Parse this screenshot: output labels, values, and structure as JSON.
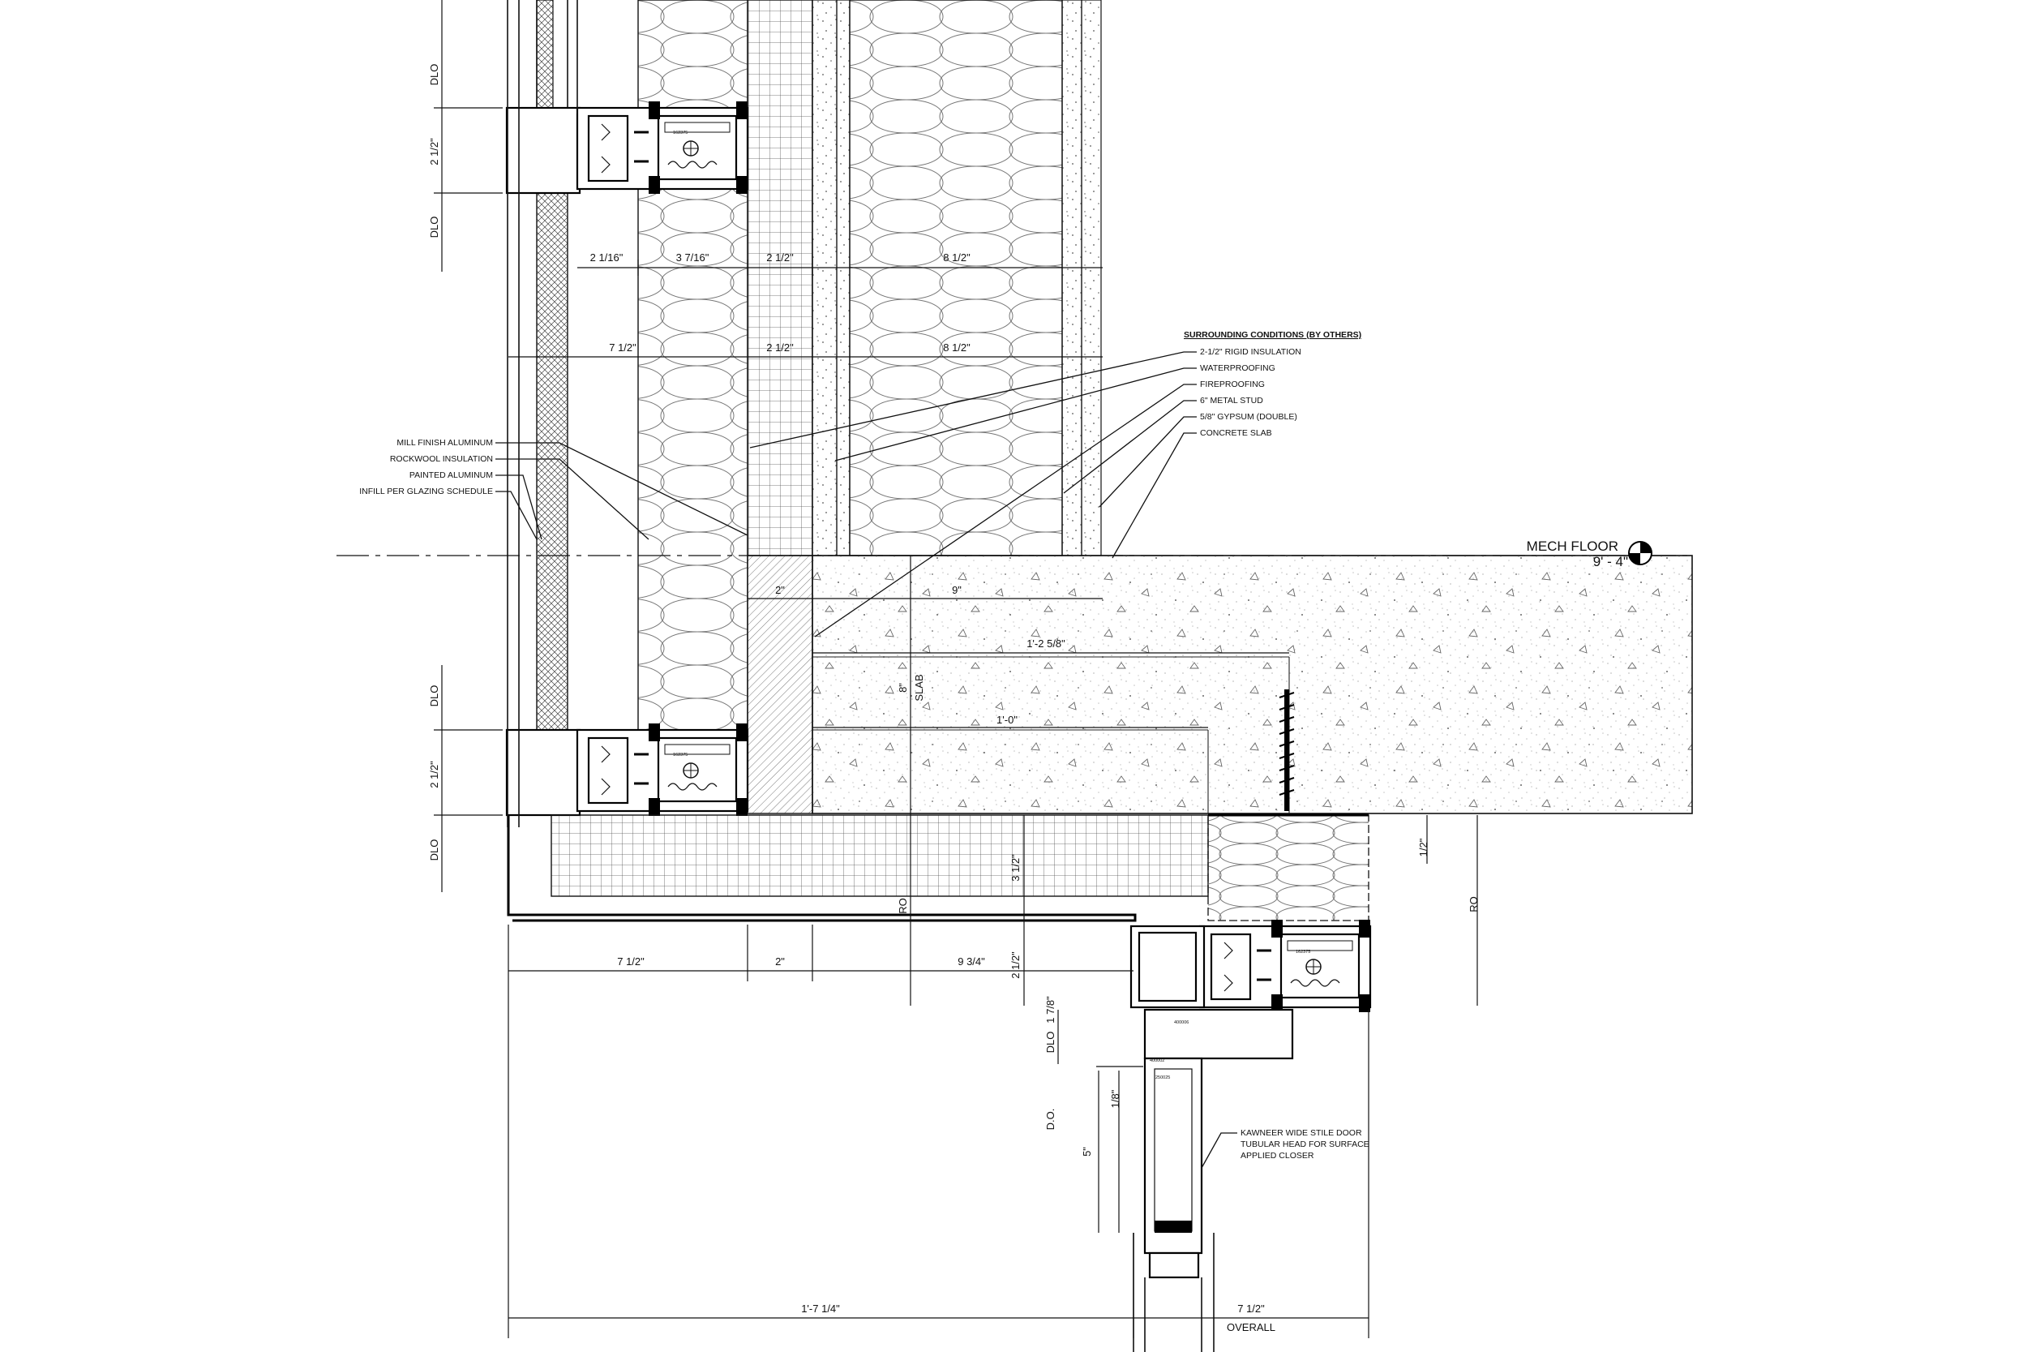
{
  "level_marker": {
    "name": "MECH FLOOR",
    "elevation": "9' - 4\""
  },
  "notes_left": [
    "MILL FINISH ALUMINUM",
    "ROCKWOOL INSULATION",
    "PAINTED ALUMINUM",
    "INFILL PER GLAZING SCHEDULE"
  ],
  "notes_right": {
    "heading": "SURROUNDING CONDITIONS (BY OTHERS)",
    "items": [
      "2-1/2\" RIGID INSULATION",
      "WATERPROOFING",
      "FIREPROOFING",
      "6\" METAL STUD",
      "5/8\" GYPSUM (DOUBLE)",
      "CONCRETE SLAB"
    ]
  },
  "door_note": [
    "KAWNEER WIDE STILE DOOR",
    "TUBULAR HEAD FOR SURFACE",
    "APPLIED CLOSER"
  ],
  "dims": {
    "dlo": "DLO",
    "two_half": "2 1/2\"",
    "two_1_16": "2 1/16\"",
    "three_7_16": "3 7/16\"",
    "eight_half": "8 1/2\"",
    "seven_half": "7 1/2\"",
    "two": "2\"",
    "nine": "9\"",
    "one_2_5_8": "1'-2 5/8\"",
    "one_0": "1'-0\"",
    "eight": "8\"",
    "slab": "SLAB",
    "three_half": "3 1/2\"",
    "ro": "RO",
    "nine_3_4": "9 3/4\"",
    "half": "1/2\"",
    "one_7_8": "1 7/8\"",
    "eighth": "1/8\"",
    "do": "D.O.",
    "five": "5\"",
    "one_7_1_4": "1'-7 1/4\"",
    "overall": "OVERALL"
  },
  "part_tags": [
    "162375",
    "162375",
    "162375",
    "400006",
    "400002",
    "250025"
  ],
  "colors": {
    "line": "#111111",
    "background": "#ffffff",
    "fill_alu": "#ffffff"
  }
}
